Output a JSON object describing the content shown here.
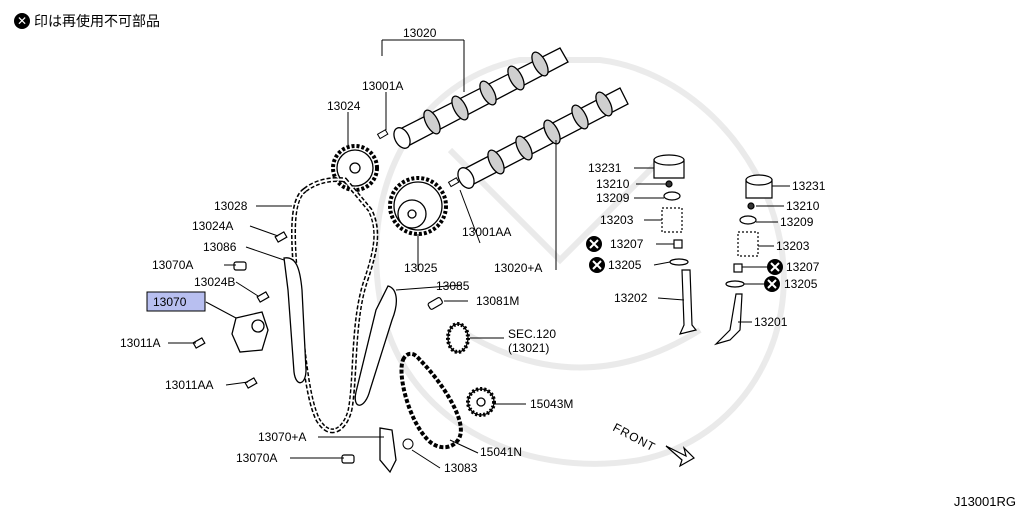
{
  "diagram": {
    "note": "印は再使用不可部品",
    "diagram_code": "J13001RG",
    "front_label": "FRONT",
    "highlight_color": "#b8bff0",
    "labels": {
      "p13020": "13020",
      "p13001A": "13001A",
      "p13024": "13024",
      "p13028": "13028",
      "p13024A": "13024A",
      "p13086": "13086",
      "p13070A_top": "13070A",
      "p13024B": "13024B",
      "p13070": "13070",
      "p13011A": "13011A",
      "p13011AA": "13011AA",
      "p13070plusA": "13070+A",
      "p13070A_bottom": "13070A",
      "p13025": "13025",
      "p13001AA": "13001AA",
      "p13020plusA": "13020+A",
      "p13085": "13085",
      "p13081M": "13081M",
      "sec120": "SEC.120",
      "sec120_sub": "(13021)",
      "p15043M": "15043M",
      "p15041N": "15041N",
      "p13083": "13083",
      "p13231_left": "13231",
      "p13210_left": "13210",
      "p13209_left": "13209",
      "p13203_left": "13203",
      "p13207_left": "13207",
      "p13205_left": "13205",
      "p13202": "13202",
      "p13231_right": "13231",
      "p13210_right": "13210",
      "p13209_right": "13209",
      "p13203_right": "13203",
      "p13207_right": "13207",
      "p13205_right": "13205",
      "p13201": "13201"
    }
  }
}
